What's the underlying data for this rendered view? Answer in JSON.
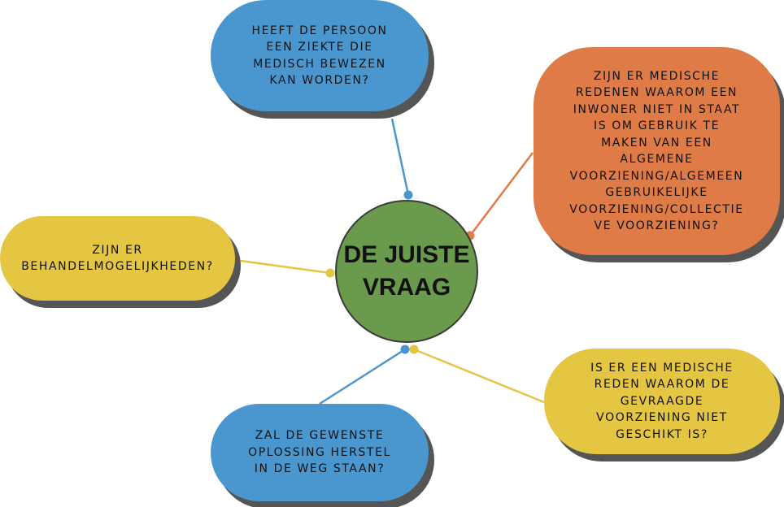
{
  "colors": {
    "blue": "#4a97cf",
    "orange": "#df7b46",
    "yellow": "#e4c643",
    "green": "#6a9a4b",
    "shadow": "#555555"
  },
  "center": {
    "label": "DE JUISTE\nVRAAG",
    "color": "#6a9a4b"
  },
  "questions": [
    {
      "text": "HEEFT DE PERSOON\nEEN ZIEKTE DIE\nMEDISCH BEWEZEN\nKAN WORDEN?",
      "color": "#4a97cf"
    },
    {
      "text": "ZIJN ER MEDISCHE\nREDENEN WAAROM EEN\nINWONER NIET IN STAAT\nIS OM GEBRUIK TE\nMAKEN VAN EEN\nALGEMENE\nVOORZIENING/ALGEMEEN\nGEBRUIKELIJKE\nVOORZIENING/COLLECTIE\nVE VOORZIENING?",
      "color": "#df7b46"
    },
    {
      "text": "ZIJN ER\nBEHANDELMOGELIJKHEDEN?",
      "color": "#e4c643"
    },
    {
      "text": "IS ER EEN MEDISCHE\nREDEN WAAROM DE\nGEVRAAGDE\nVOORZIENING NIET\nGESCHIKT IS?",
      "color": "#e4c643"
    },
    {
      "text": "ZAL DE GEWENSTE\nOPLOSSING HERSTEL\nIN DE WEG STAAN?",
      "color": "#4a97cf"
    }
  ]
}
